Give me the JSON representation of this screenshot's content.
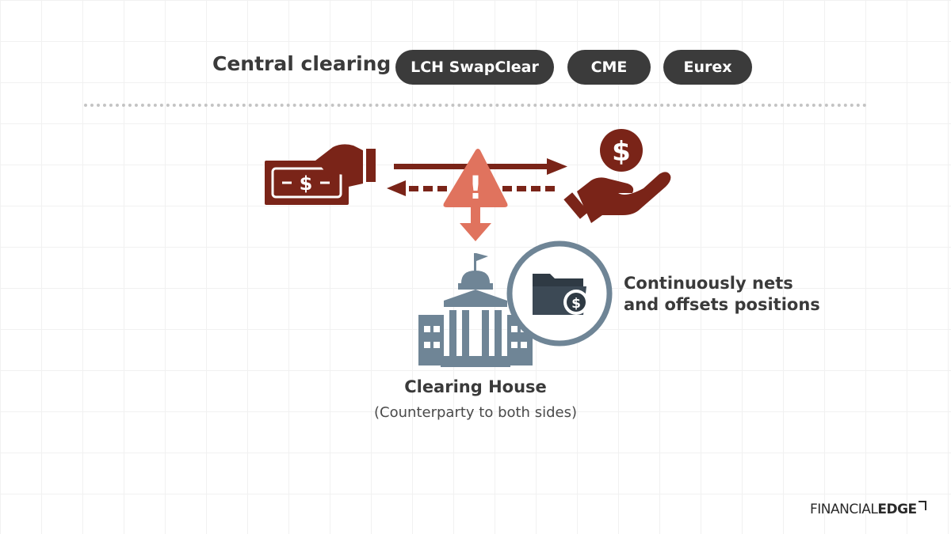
{
  "header": {
    "title": "Central clearing",
    "ccps": [
      "LCH SwapClear",
      "CME",
      "Eurex"
    ]
  },
  "money_symbol": "$",
  "alert_symbol": "!",
  "netting_label_line1": "Continuously nets",
  "netting_label_line2": "and offsets positions",
  "clearing_house": {
    "title": "Clearing House",
    "subtitle": "(Counterparty to both sides)"
  },
  "logo": {
    "part1": "FINANCIAL",
    "part2": "EDGE"
  },
  "colors": {
    "dark_red": "#7a2418",
    "alert_salmon": "#e0735e",
    "slate": "#6f8596",
    "dark_slate": "#2f3a44",
    "pill_bg": "#3b3b3b"
  },
  "icons": [
    "cash-handover-icon",
    "receiving-hand-coin-icon",
    "warning-triangle-icon",
    "bank-building-icon",
    "money-folder-icon"
  ]
}
